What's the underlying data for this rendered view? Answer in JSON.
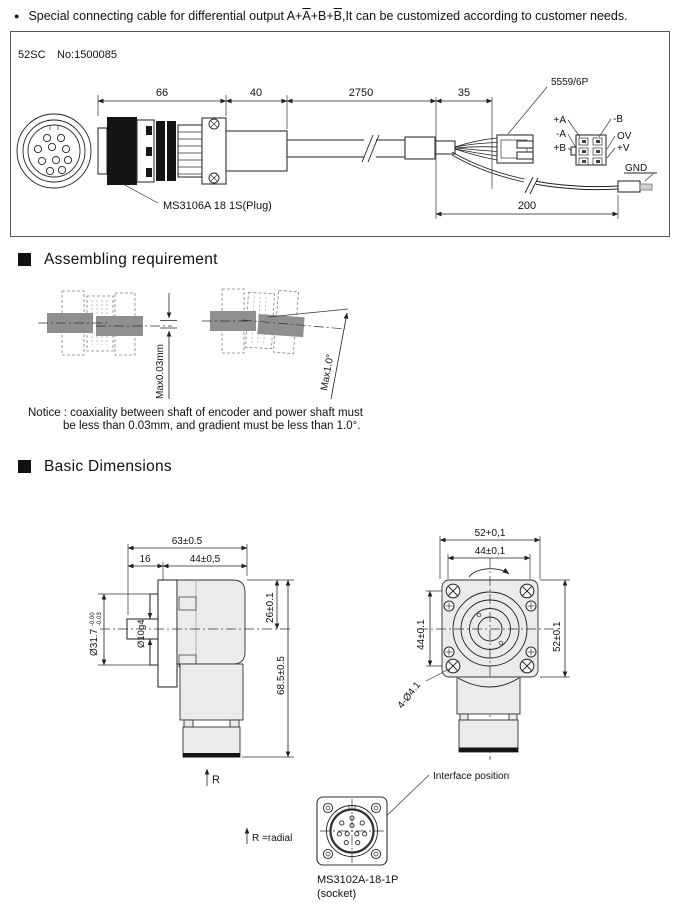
{
  "colors": {
    "line": "#222222",
    "body_fill": "#ebebeb",
    "shaft_gray": "#8f8f8f",
    "band_black": "#151515"
  },
  "page": {
    "bullet_icon": "●",
    "note_parts": {
      "pre": "Special connecting cable for differential output A+",
      "abar": "A",
      "mid": "+B+",
      "bbar": "B",
      "post": ",It can be customized according to customer needs."
    }
  },
  "cable": {
    "model": "52SC",
    "serial": "No:1500085",
    "dims": {
      "plug": "66",
      "boot": "40",
      "cable": "2750",
      "fan": "35",
      "gnd": "200"
    },
    "plug_label": "MS3106A  18 1S(Plug)",
    "connector_label": "5559/6P",
    "wires_left": [
      "+A",
      "-A",
      "+B"
    ],
    "wires_right": [
      "-B",
      "OV",
      "+V"
    ],
    "gnd": "GND"
  },
  "assembling": {
    "title": "Assembling requirement",
    "max_offset": "Max0.03mm",
    "max_angle": "Max1.0°",
    "notice1": "Notice : coaxiality between shaft of encoder and power shaft must",
    "notice2": "be less than 0.03mm, and gradient must be less than 1.0°."
  },
  "basic": {
    "title": "Basic Dimensions",
    "side": {
      "width_total": "63±0.5",
      "flange": "16",
      "body": "44±0,5",
      "center_top": "26±0.1",
      "height_total": "68.5±0.5",
      "shaft_dia": "Ø10g4",
      "pilot_dia": "Ø31.7",
      "pilot_tol_up": "-0.00",
      "pilot_tol_dn": "-0.03",
      "radial": "R"
    },
    "front": {
      "width_outer": "52+0,1",
      "width_inner": "44±0,1",
      "height_inner": "44±0.1",
      "height_outer": "52±0.1",
      "mount_holes": "4-Ø4.1"
    },
    "socket": {
      "interface": "Interface position",
      "radial_note": "R =radial",
      "name": "MS3102A-18-1P",
      "sub": "(socket)"
    }
  }
}
